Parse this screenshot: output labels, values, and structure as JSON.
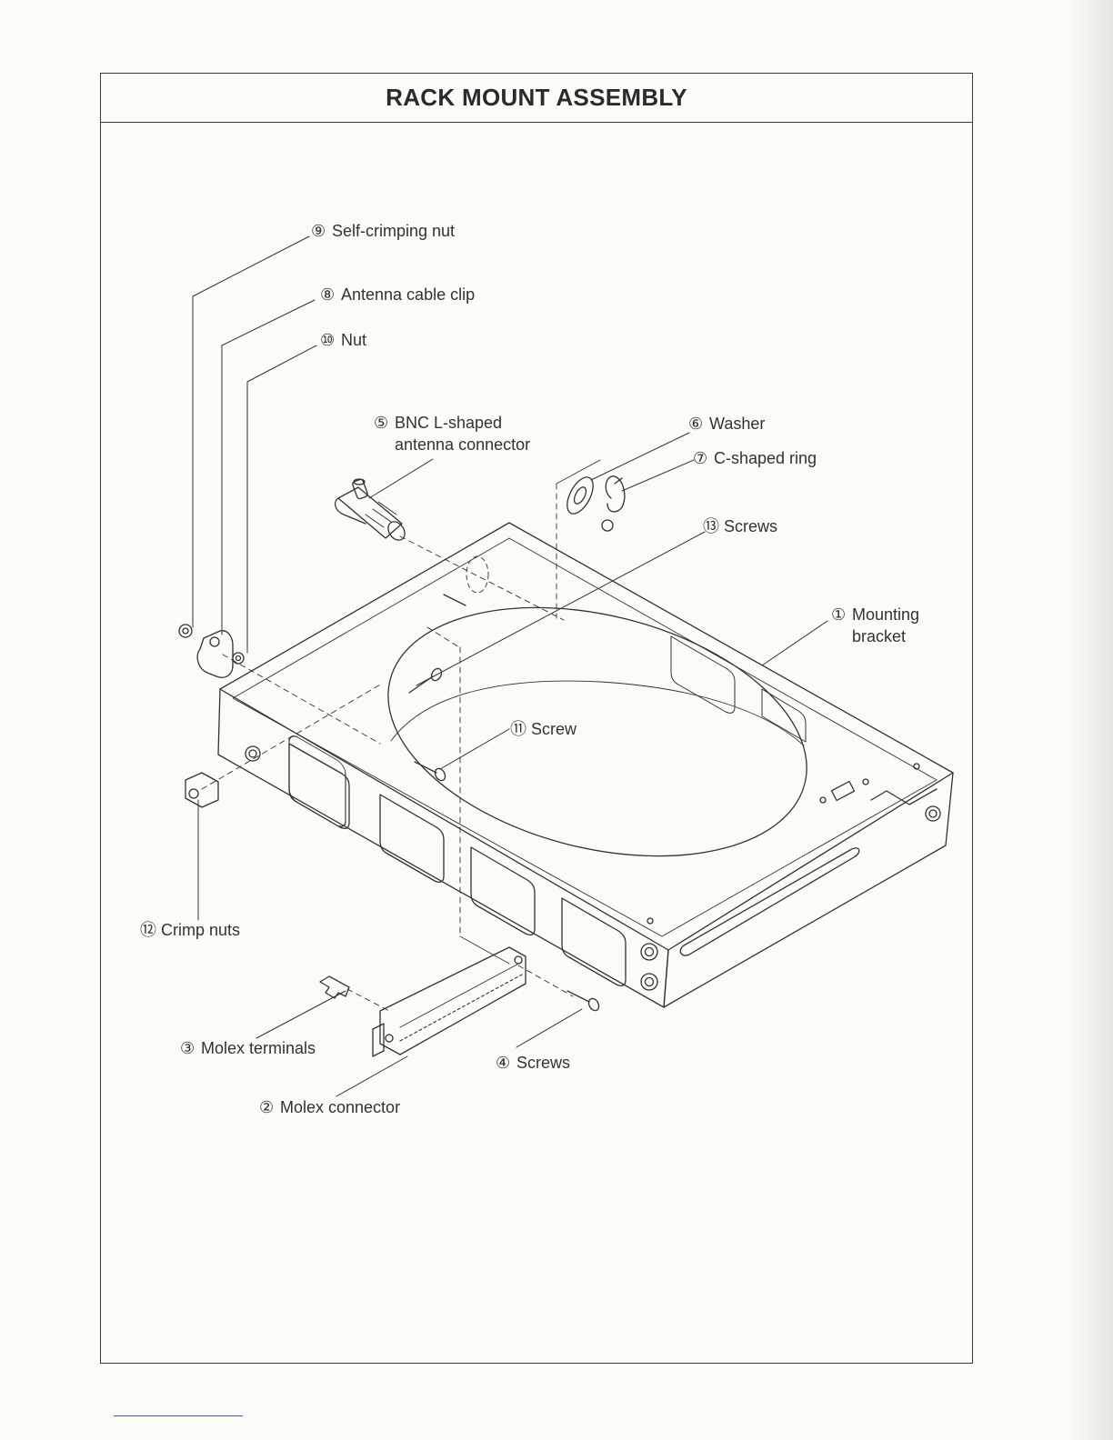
{
  "title": "RACK MOUNT ASSEMBLY",
  "parts": {
    "p1": {
      "num": "①",
      "line1": "Mounting",
      "line2": "bracket"
    },
    "p2": {
      "num": "②",
      "text": "Molex connector"
    },
    "p3": {
      "num": "③",
      "text": "Molex terminals"
    },
    "p4": {
      "num": "④",
      "text": "Screws"
    },
    "p5": {
      "num": "⑤",
      "line1": "BNC L-shaped",
      "line2": "antenna connector"
    },
    "p6": {
      "num": "⑥",
      "text": "Washer"
    },
    "p7": {
      "num": "⑦",
      "text": "C-shaped ring"
    },
    "p8": {
      "num": "⑧",
      "text": "Antenna cable clip"
    },
    "p9": {
      "num": "⑨",
      "text": "Self-crimping nut"
    },
    "p10": {
      "num": "⑩",
      "text": "Nut"
    },
    "p11": {
      "num": "⑪",
      "text": "Screw"
    },
    "p12": {
      "num": "⑫",
      "text": "Crimp nuts"
    },
    "p13": {
      "num": "⑬",
      "text": "Screws"
    }
  }
}
